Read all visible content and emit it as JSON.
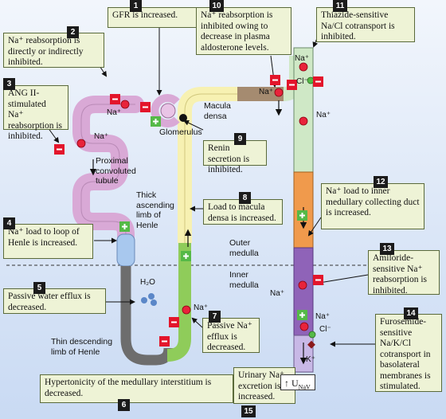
{
  "callouts": [
    {
      "num": "1",
      "text": "GFR is increased."
    },
    {
      "num": "2",
      "text": "Na⁺ reabsorption is directly or indirectly inhibited."
    },
    {
      "num": "3",
      "text": "ANG II-stimulated Na⁺ reabsorption is inhibited."
    },
    {
      "num": "4",
      "text": "Na⁺ load to loop of Henle is increased."
    },
    {
      "num": "5",
      "text": "Passive water efflux is decreased."
    },
    {
      "num": "6",
      "text": "Hypertonicity of the medullary interstitium is decreased."
    },
    {
      "num": "7",
      "text": "Passive Na⁺ efflux is decreased."
    },
    {
      "num": "8",
      "text": "Load to macula densa is increased."
    },
    {
      "num": "9",
      "text": "Renin secretion is inhibited."
    },
    {
      "num": "10",
      "text": "Na⁺ reabsorption is inhibited owing to decrease in plasma aldosterone levels."
    },
    {
      "num": "11",
      "text": "Thiazide-sensitive Na/Cl cotransport is inhibited."
    },
    {
      "num": "12",
      "text": "Na⁺ load to inner medullary collecting duct is increased."
    },
    {
      "num": "13",
      "text": "Amiloride-sensitive Na⁺ reabsorption is inhibited."
    },
    {
      "num": "14",
      "text": "Furosemide-sensitive Na/K/Cl cotransport in basolateral membranes is stimulated."
    },
    {
      "num": "15",
      "text": "Urinary Na⁺ excretion is increased."
    }
  ],
  "labels": {
    "glomerulus": "Glomerulus",
    "proximal_tubule": "Proximal convoluted tubule",
    "thick_limb": "Thick ascending limb of Henle",
    "thin_limb": "Thin descending limb of Henle",
    "macula_densa": "Macula densa",
    "outer_medulla": "Outer medulla",
    "inner_medulla": "Inner medulla",
    "water": "H₂O",
    "na": "Na⁺",
    "cl": "Cl⁻",
    "k": "K⁺",
    "u_na_v": "U",
    "u_na_v_sub": "NaV"
  },
  "colors": {
    "proximal_tubule": "#d9a9d6",
    "thick_limb": "#f7f1b2",
    "distal_tubule": "#a58b70",
    "collecting_outer": "#f09a4c",
    "collecting_inner": "#8f63b8",
    "thin_limb": "#6d6d6d",
    "ascending_green": "#8fcc5a",
    "callout_bg": "#eef3d6",
    "na_dot": "#e8233b",
    "inhibit": "#e3152b",
    "stimulate": "#55b947"
  }
}
